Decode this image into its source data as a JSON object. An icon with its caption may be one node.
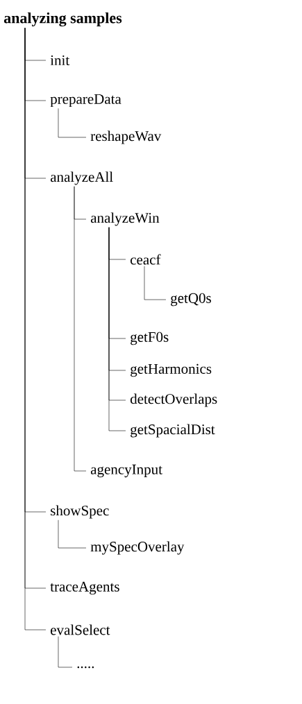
{
  "diagram": {
    "nodes": [
      {
        "text": [
          "analyzing samples"
        ]
      },
      {
        "text": [
          "init"
        ]
      },
      {
        "text": [
          "prepareData"
        ]
      },
      {
        "text": [
          "reshapeWav"
        ]
      },
      {
        "text": [
          "analyzeAll"
        ]
      },
      {
        "text": [
          "analyzeWin"
        ]
      },
      {
        "text": [
          "ceacf"
        ]
      },
      {
        "text": [
          "getQ0s"
        ]
      },
      {
        "text": [
          "getF0s"
        ]
      },
      {
        "text": [
          "getHarmonics"
        ]
      },
      {
        "text": [
          "detectOverlaps"
        ]
      },
      {
        "text": [
          "getSpacialDist"
        ]
      },
      {
        "text": [
          "agencyInput"
        ]
      },
      {
        "text": [
          "showSpec"
        ]
      },
      {
        "text": [
          "mySpecOverlay"
        ]
      },
      {
        "text": [
          "traceAgents"
        ]
      },
      {
        "text": [
          "evalSelect"
        ]
      },
      {
        "text": [
          "....."
        ]
      }
    ],
    "edges": [
      {
        "from": 0,
        "to": 1,
        "arrow": "none"
      },
      {
        "from": 0,
        "to": 2,
        "arrow": "none"
      },
      {
        "from": 2,
        "to": 3,
        "arrow": "none"
      },
      {
        "from": 0,
        "to": 4,
        "arrow": "none"
      },
      {
        "from": 4,
        "to": 5,
        "arrow": "none"
      },
      {
        "from": 5,
        "to": 6,
        "arrow": "none"
      },
      {
        "from": 6,
        "to": 7,
        "arrow": "none"
      },
      {
        "from": 5,
        "to": 8,
        "arrow": "none"
      },
      {
        "from": 5,
        "to": 9,
        "arrow": "none"
      },
      {
        "from": 5,
        "to": 10,
        "arrow": "none"
      },
      {
        "from": 5,
        "to": 11,
        "arrow": "none"
      },
      {
        "from": 4,
        "to": 12,
        "arrow": "none"
      },
      {
        "from": 0,
        "to": 13,
        "arrow": "none"
      },
      {
        "from": 13,
        "to": 14,
        "arrow": "none"
      },
      {
        "from": 0,
        "to": 15,
        "arrow": "none"
      },
      {
        "from": 0,
        "to": 16,
        "arrow": "none"
      },
      {
        "from": 16,
        "to": 17,
        "arrow": "none"
      }
    ]
  }
}
